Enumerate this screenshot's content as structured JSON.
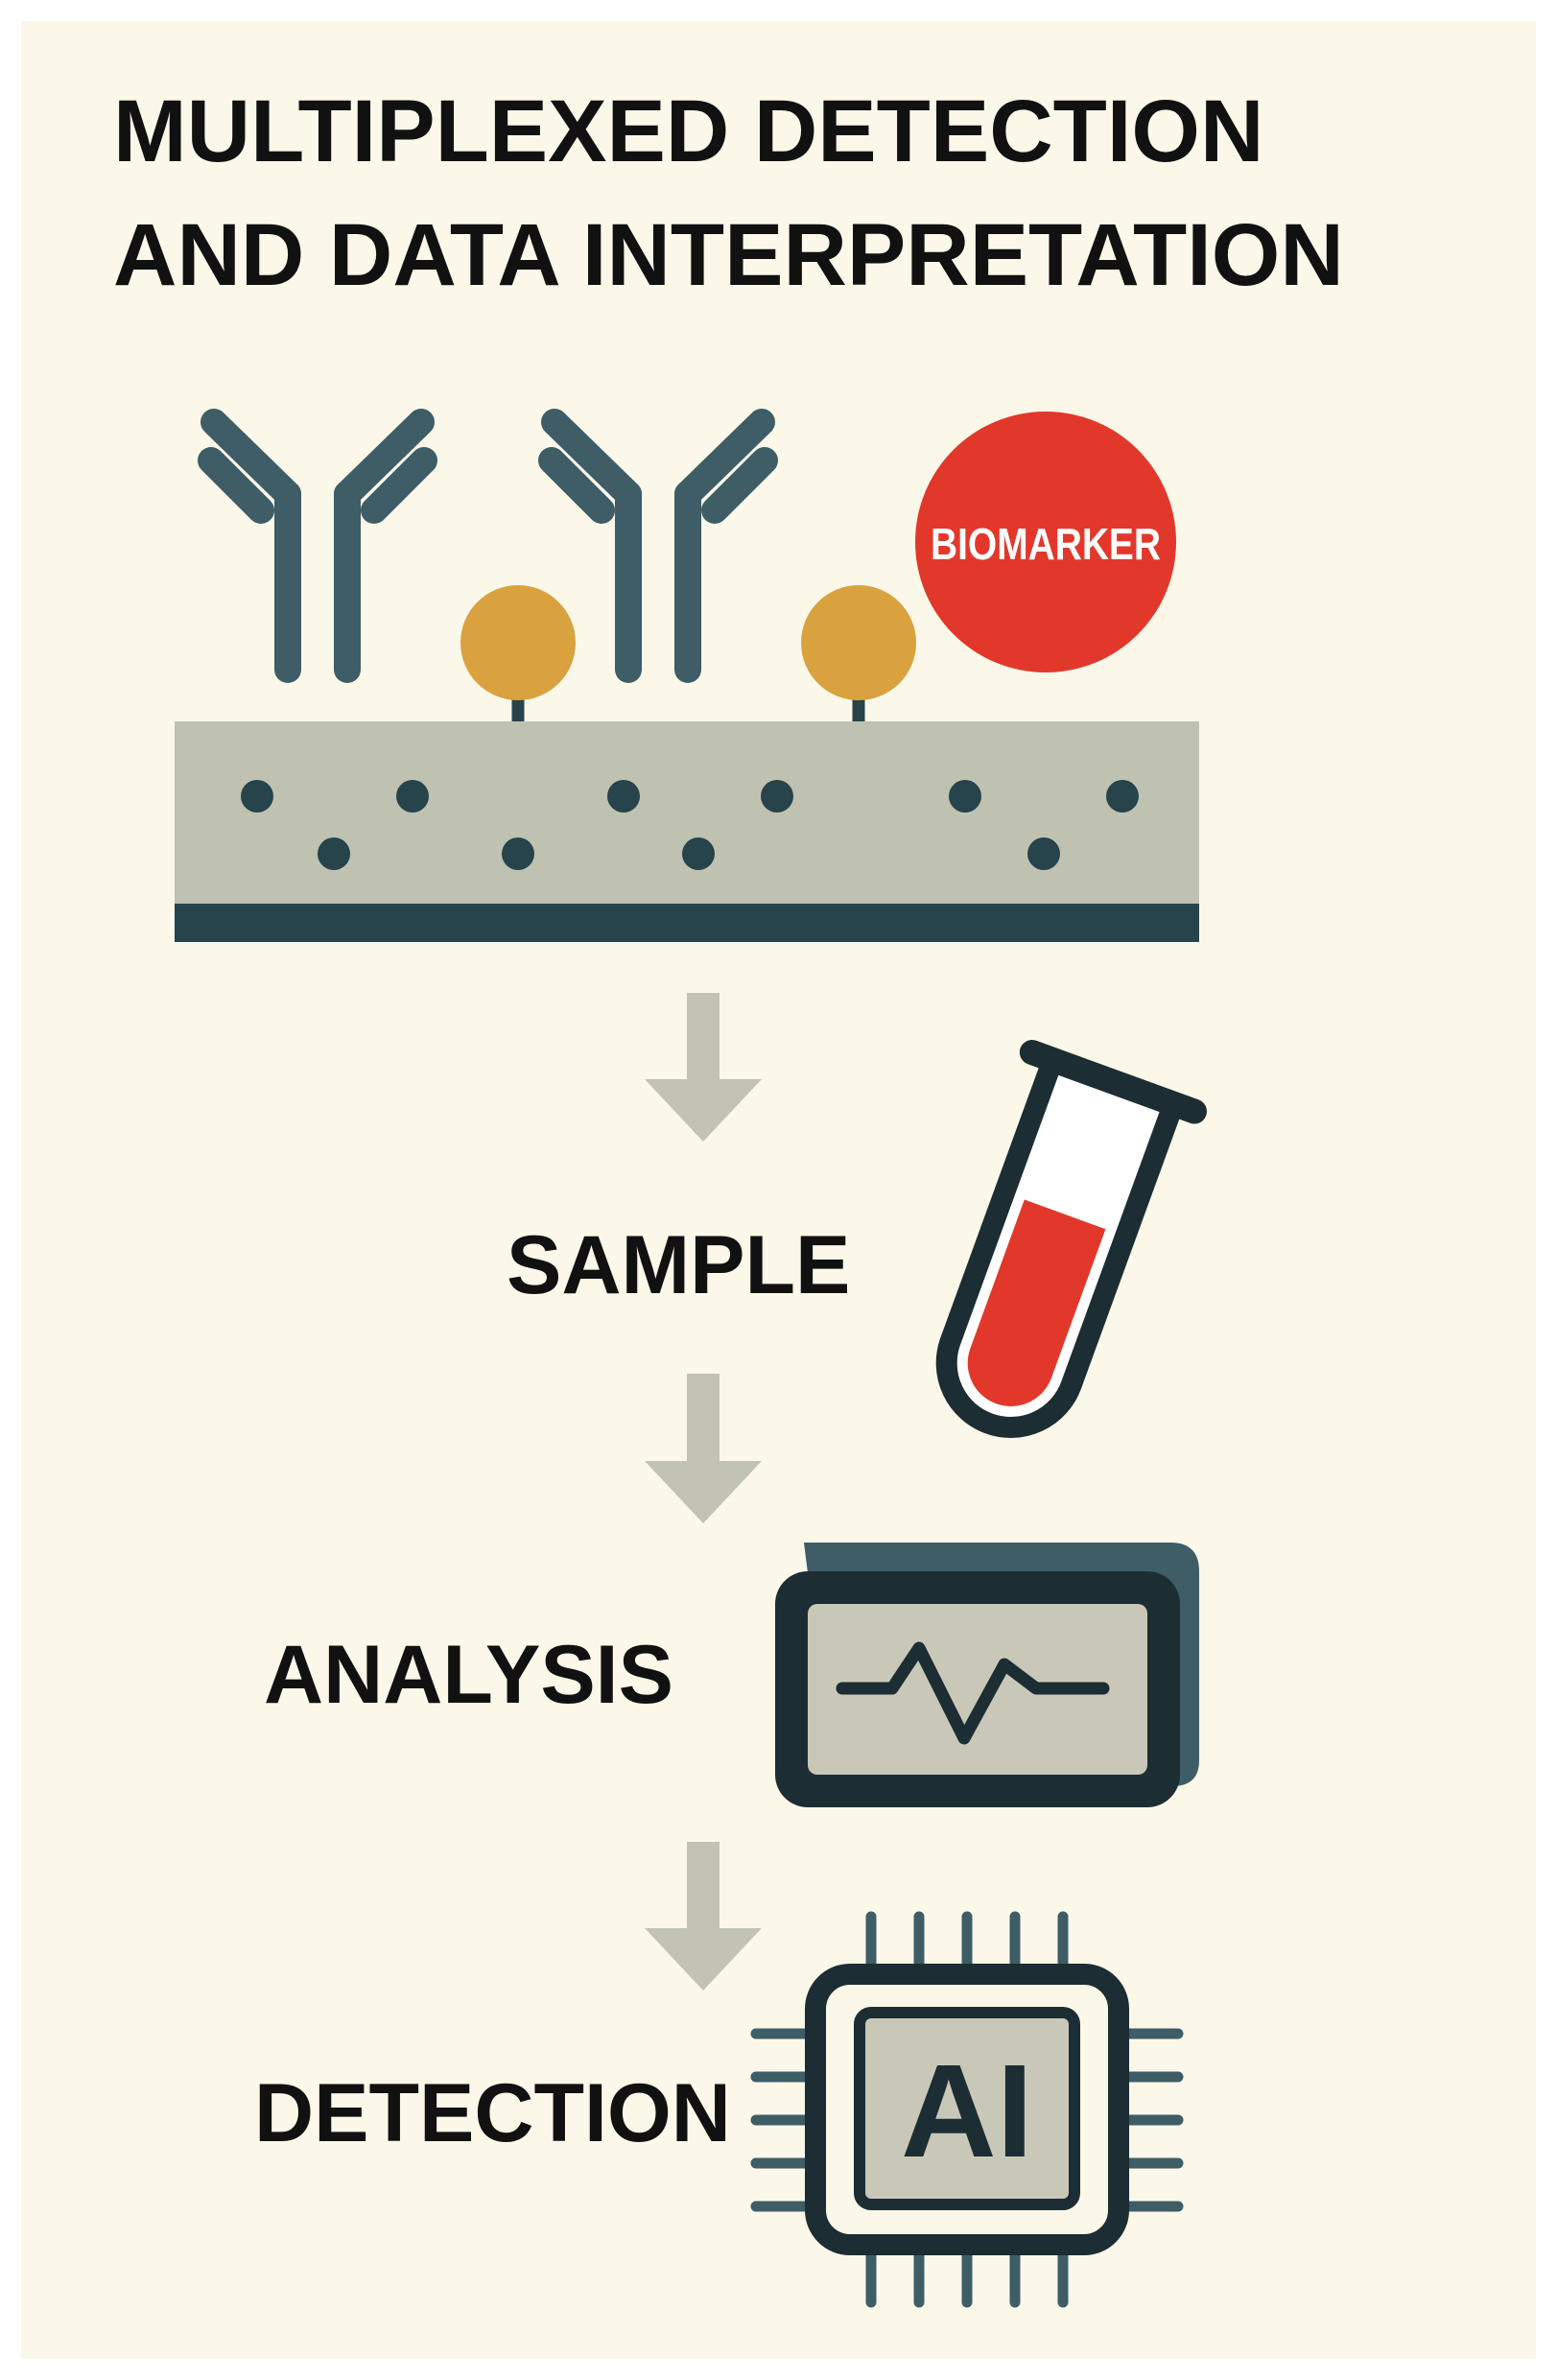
{
  "title": {
    "line1": "MULTIPLEXED DETECTION",
    "line2": "AND DATA INTERPRETATION"
  },
  "biomarker": {
    "label": "BIOMARKER"
  },
  "steps": {
    "sample": "SAMPLE",
    "analysis": "ANALYSIS",
    "detection": "DETECTION"
  },
  "chip": {
    "label": "AI"
  },
  "colors": {
    "background": "#FBF8E9",
    "antibody": "#3E5D66",
    "antigen": "#D9A23F",
    "biomarker": "#E2382B",
    "substrate": "#BFC1B1",
    "substrate_base": "#27434B",
    "arrow": "#C3C3B3",
    "ink": "#111111",
    "outline": "#1C2E33",
    "device_fill": "#C9C8B8"
  },
  "icons": [
    "antibody-icon",
    "antigen-icon",
    "test-tube-icon",
    "monitor-icon",
    "ai-chip-icon",
    "down-arrow-icon"
  ]
}
